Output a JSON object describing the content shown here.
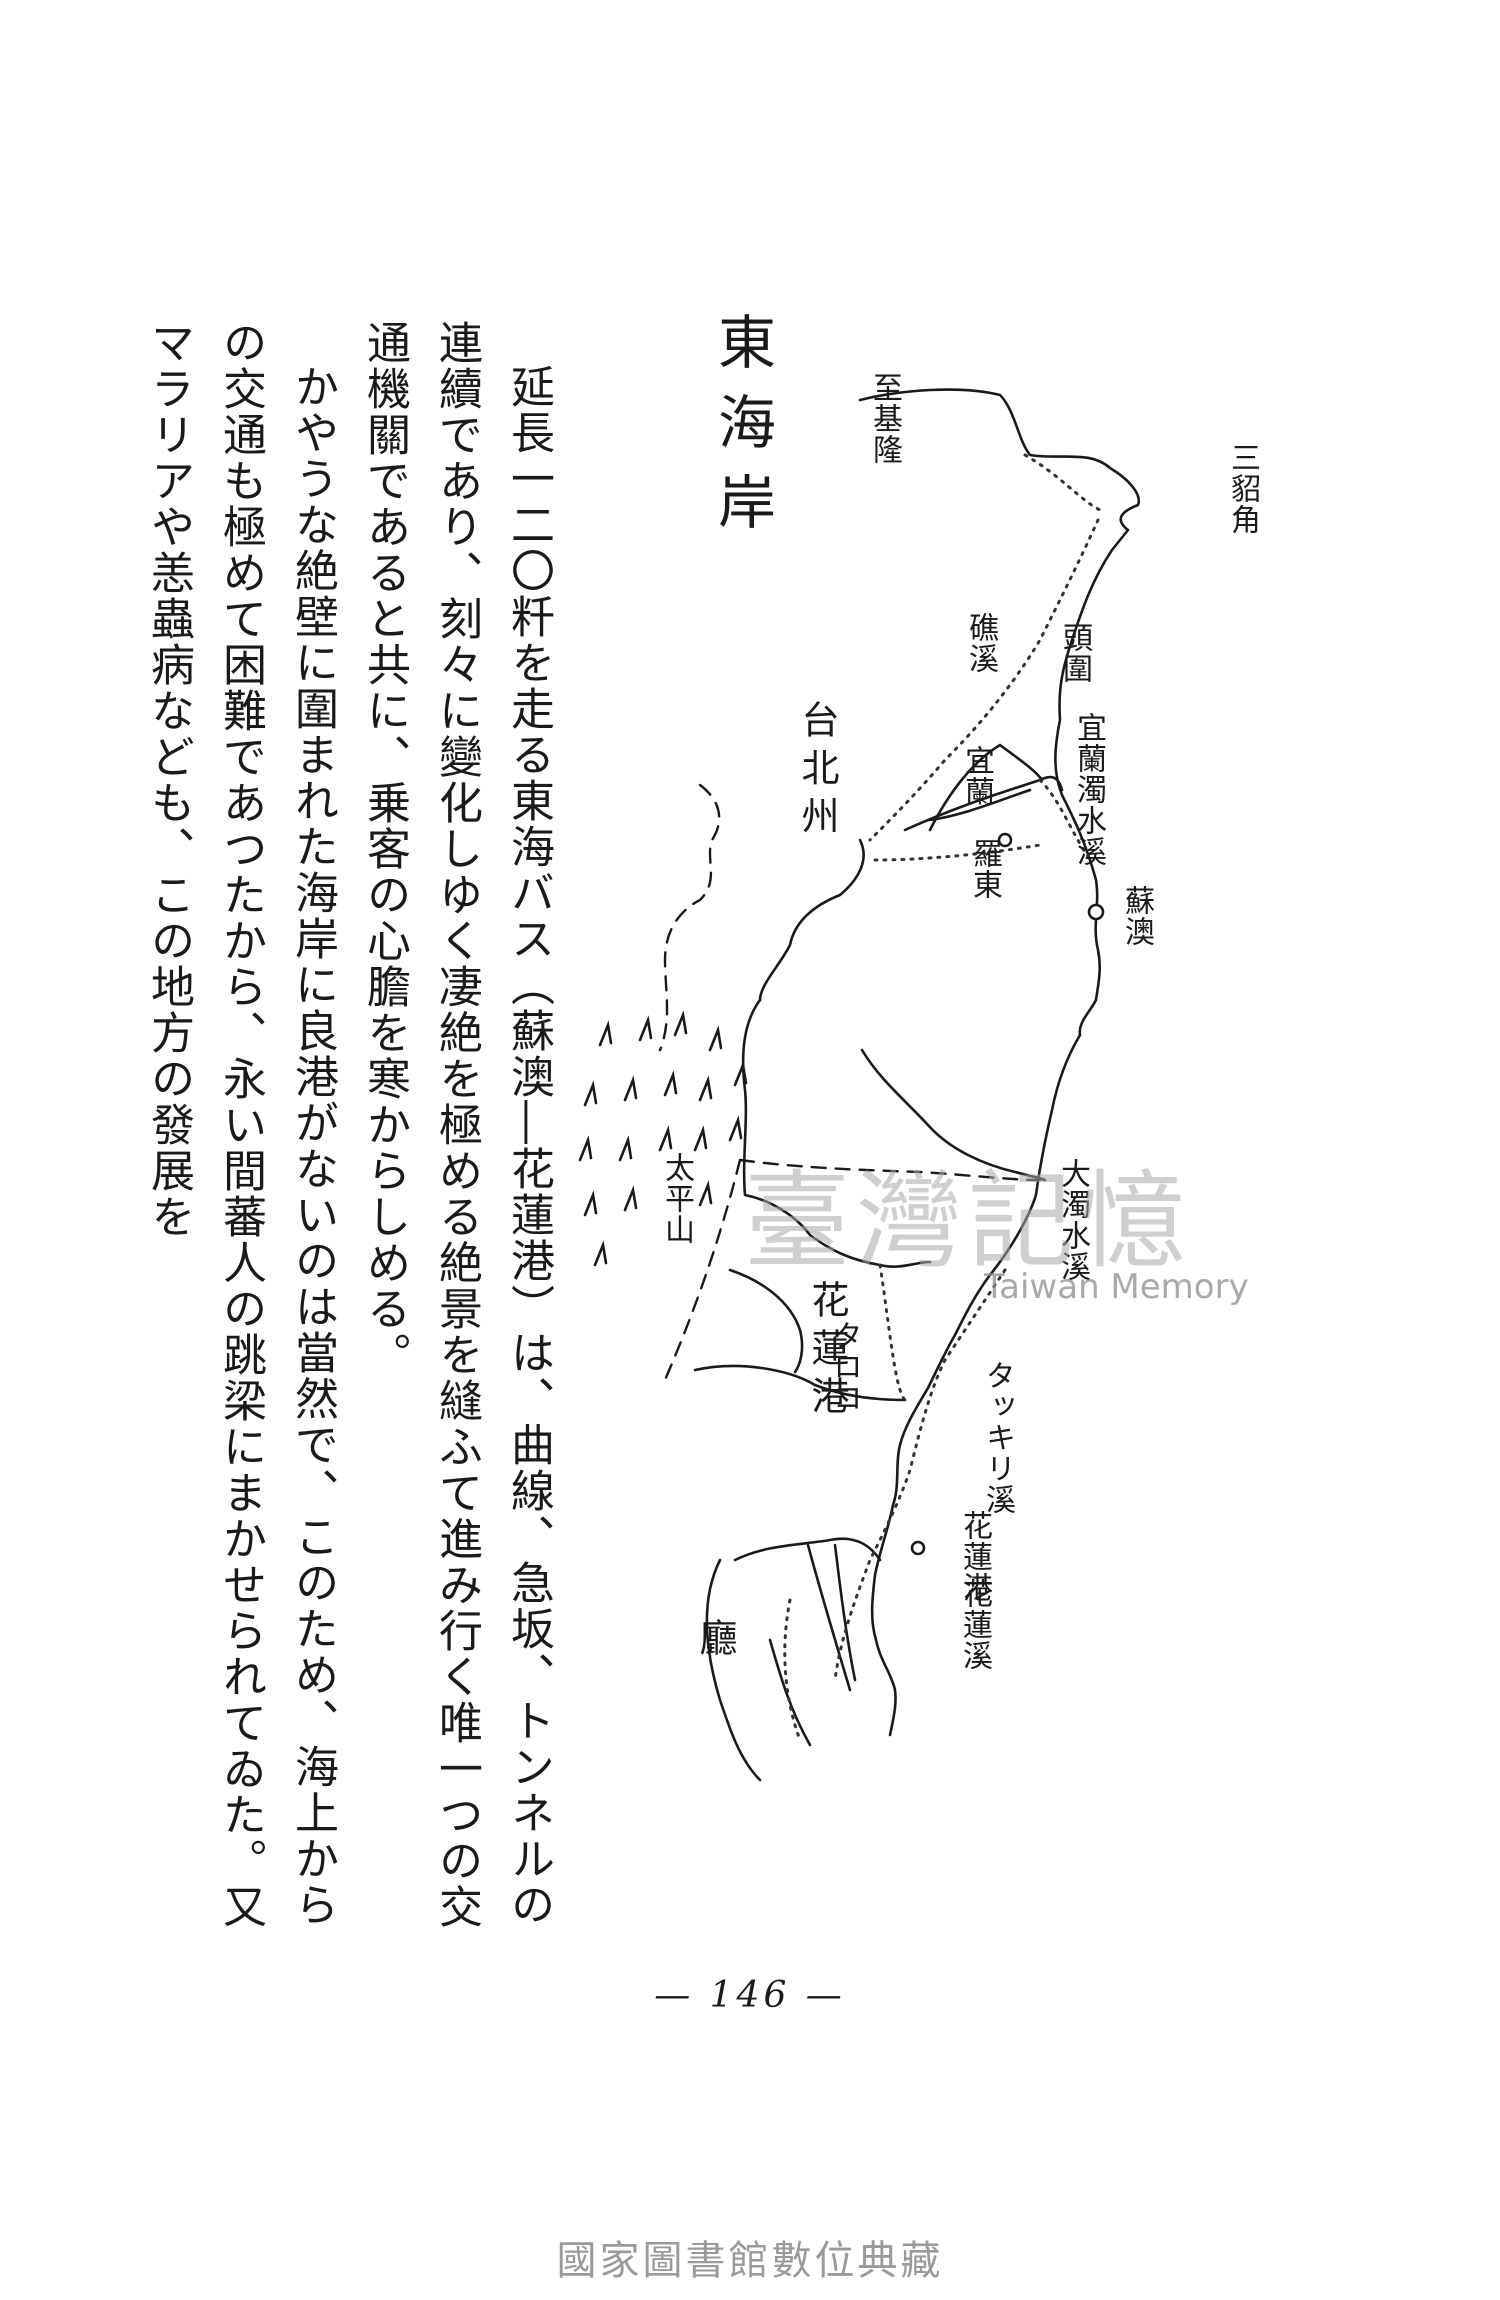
{
  "section_title": "東海岸",
  "paragraphs": [
    "延長一二〇粁を走る東海バス（蘇澳―花蓮港）は、曲線、急坂、トンネルの連續であり、刻々に變化しゆく凄絶を極める絶景を縫ふて進み行く唯一つの交通機關であると共に、乗客の心膽を寒からしめる。",
    "かやうな絶壁に圍まれた海岸に良港がないのは當然で、このため、海上からの交通も極めて困難であつたから、永い間蕃人の跳梁にまかせられてゐた。又マラリアや恙蟲病なども、この地方の發展を"
  ],
  "map": {
    "labels": {
      "sandiao": "三貂角",
      "keelung_dir": "至基隆",
      "toucheng": "頭圍",
      "jiaoxi": "礁溪",
      "yilan": "宜蘭",
      "zhuangwei": "宜蘭濁水溪",
      "luodong": "羅東",
      "suao": "蘇澳",
      "taipei_state": "台北州",
      "taipingshan": "太平山",
      "dazhuoshui": "大濁水溪",
      "hualien_state": "花蓮港",
      "taroko": "タロコ",
      "takkiri": "タッキリ溪",
      "hualien_port": "花蓮港",
      "hualien_river": "花蓮溪",
      "agency": "廳"
    }
  },
  "page_number": "— 146 —",
  "watermark": {
    "cjk": "臺灣記憶",
    "en": "Taiwan Memory"
  },
  "footer": "國家圖書館數位典藏"
}
